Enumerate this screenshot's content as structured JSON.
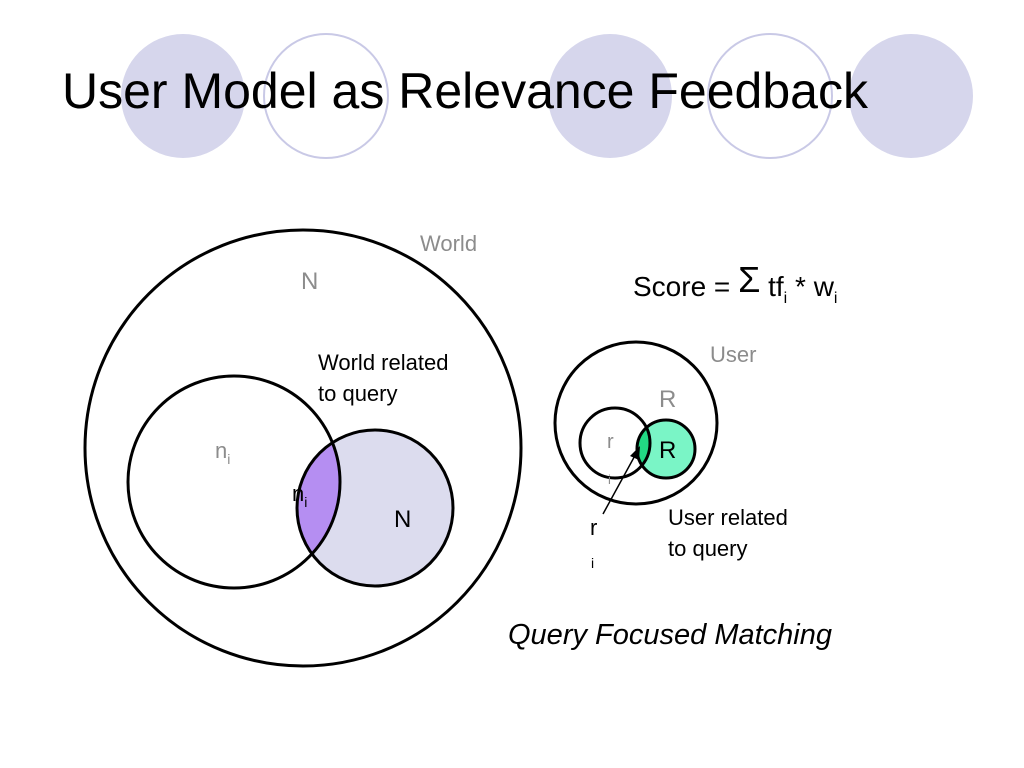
{
  "slide": {
    "title": "User Model as Relevance Feedback",
    "caption": "Query Focused Matching"
  },
  "world_diagram": {
    "world_label": "World",
    "total_label": "N",
    "query_region_label": "World related to query",
    "query_region_lines": [
      "World related",
      "to query"
    ],
    "term_circle_label": "n",
    "term_circle_subscript": "i",
    "overlap_label": "n",
    "overlap_subscript": "i",
    "query_circle_label": "N"
  },
  "user_diagram": {
    "user_label": "User",
    "outer_label": "R",
    "term_circle_label": "r",
    "term_circle_subscript": "i",
    "relevant_circle_label": "R",
    "pointer_label": "r",
    "pointer_subscript": "i",
    "query_region_label": "User related to query",
    "query_region_lines": [
      "User related",
      "to query"
    ]
  },
  "formula": {
    "prefix": "Score = ",
    "sigma": "Σ",
    "tf": " tf",
    "tf_subscript": "i",
    "times": " * w",
    "w_subscript": "i"
  },
  "colors": {
    "decor_circle_fill": "#d6d6ec",
    "decor_circle_stroke": "#c9c9e6",
    "world_query_fill": "#dcdcee",
    "overlap_fill": "#b58ef2",
    "user_relevant_fill": "#7af5c6",
    "user_overlap_fill": "#22d884",
    "muted_text": "#8c8c8c"
  }
}
